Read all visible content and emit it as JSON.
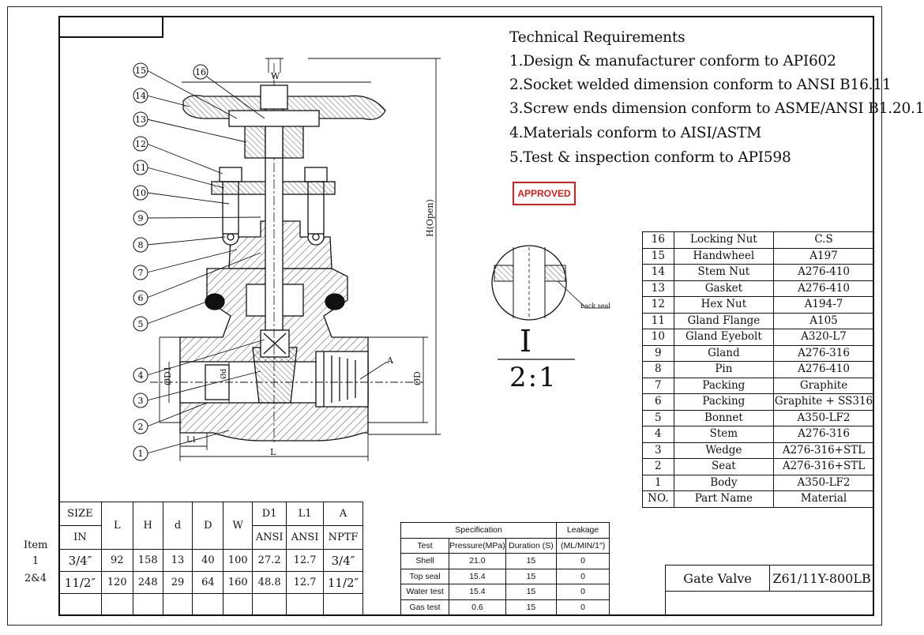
{
  "requirements": {
    "title": "Technical Requirements",
    "items": [
      "1.Design & manufacturer conform to API602",
      "2.Socket welded dimension conform to ANSI B16.11",
      "3.Screw ends dimension conform to ASME/ANSI B1.20.1",
      "4.Materials conform to AISI/ASTM",
      "5.Test & inspection conform to API598"
    ]
  },
  "stamp": "APPROVED",
  "drawing": {
    "callouts": [
      "15",
      "14",
      "13",
      "12",
      "11",
      "10",
      "9",
      "8",
      "7",
      "6",
      "5",
      "4",
      "3",
      "2",
      "1",
      "16"
    ],
    "labels": {
      "w": "W",
      "h_open": "H(Open)",
      "d_dia": "ØD",
      "d1": "ØD1",
      "d_small": "Ød",
      "a": "A",
      "l": "L",
      "l1": "L1"
    },
    "detail": {
      "note": "back seal",
      "mark": "I",
      "scale": "2:1"
    }
  },
  "parts": {
    "rows": [
      [
        "16",
        "Locking Nut",
        "C.S"
      ],
      [
        "15",
        "Handwheel",
        "A197"
      ],
      [
        "14",
        "Stem Nut",
        "A276-410"
      ],
      [
        "13",
        "Gasket",
        "A276-410"
      ],
      [
        "12",
        "Hex Nut",
        "A194-7"
      ],
      [
        "11",
        "Gland Flange",
        "A105"
      ],
      [
        "10",
        "Gland Eyebolt",
        "A320-L7"
      ],
      [
        "9",
        "Gland",
        "A276-316"
      ],
      [
        "8",
        "Pin",
        "A276-410"
      ],
      [
        "7",
        "Packing",
        "Graphite"
      ],
      [
        "6",
        "Packing",
        "Graphite + SS316"
      ],
      [
        "5",
        "Bonnet",
        "A350-LF2"
      ],
      [
        "4",
        "Stem",
        "A276-316"
      ],
      [
        "3",
        "Wedge",
        "A276-316+STL"
      ],
      [
        "2",
        "Seat",
        "A276-316+STL"
      ],
      [
        "1",
        "Body",
        "A350-LF2"
      ]
    ],
    "header": [
      "NO.",
      "Part Name",
      "Material"
    ]
  },
  "dimensions": {
    "headers": [
      "SIZE",
      "L",
      "H",
      "d",
      "D",
      "W",
      "D1",
      "L1",
      "A"
    ],
    "subheaders": [
      "IN",
      "ANSI",
      "ANSI",
      "NPTF"
    ],
    "item_label": "Item",
    "items": [
      "1",
      "2&4"
    ],
    "rows": [
      [
        "3/4″",
        "92",
        "158",
        "13",
        "40",
        "100",
        "27.2",
        "12.7",
        "3/4″"
      ],
      [
        "11/2″",
        "120",
        "248",
        "29",
        "64",
        "160",
        "48.8",
        "12.7",
        "11/2″"
      ]
    ]
  },
  "spec": {
    "header_spec": "Specification",
    "header_leak": "Leakage",
    "columns": [
      "Test",
      "Pressure(MPa)",
      "Duration (S)",
      "(ML/MIN/1″)"
    ],
    "rows": [
      [
        "Shell",
        "21.0",
        "15",
        "0"
      ],
      [
        "Top seal",
        "15.4",
        "15",
        "0"
      ],
      [
        "Water test",
        "15.4",
        "15",
        "0"
      ],
      [
        "Gas test",
        "0.6",
        "15",
        "0"
      ]
    ]
  },
  "title_block": {
    "name": "Gate Valve",
    "code": "Z61/11Y-800LB"
  }
}
